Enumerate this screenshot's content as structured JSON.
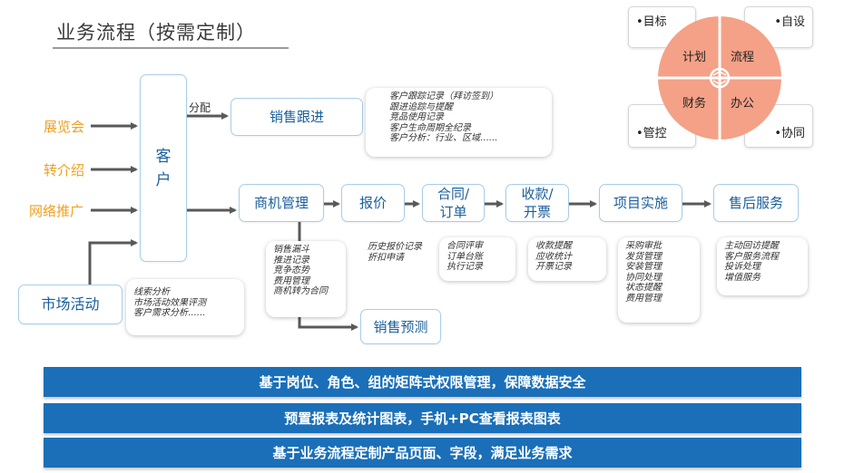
{
  "title": "业务流程（按需定制）",
  "sources": [
    "展览会",
    "转介绍",
    "网络推广"
  ],
  "customer": "客\n户",
  "market": "市场活动",
  "market_notes": "线索分析\n市场活动效果评测\n客户需求分析......",
  "assign_label": "分配",
  "sales_follow": "销售跟进",
  "sales_follow_notes": "客户跟踪记录（拜访签到）\n跟进追踪与提醒\n竞品使用记录\n客户生命周期全纪录\n客户分析：行业、区域......",
  "flow": {
    "opportunity": "商机管理",
    "quote": "报价",
    "contract": "合同/\n订单",
    "payment": "收款/\n开票",
    "project": "项目实施",
    "aftersales": "售后服务",
    "forecast": "销售预测"
  },
  "flow_notes": {
    "opportunity": "销售漏斗\n推进记录\n竞争态势\n费用管理\n商机转为合同",
    "quote": "历史报价记录\n折扣申请",
    "contract": "合同评审\n订单台账\n执行记录",
    "payment": "收款提醒\n应收统计\n开票记录",
    "project": "采购审批\n发货管理\n安装管理\n协同处理\n状态提醒\n费用管理",
    "aftersales": "主动回访提醒\n客户服务流程\n投诉处理\n增值服务"
  },
  "bars": [
    "基于岗位、角色、组的矩阵式权限管理，保障数据安全",
    "预置报表及统计图表，手机+PC查看报表图表",
    "基于业务流程定制产品页面、字段，满足业务需求"
  ],
  "quadrant": {
    "inner": [
      "计划",
      "流程",
      "财务",
      "办公"
    ],
    "outer": [
      "目标",
      "自设",
      "管控",
      "协同"
    ],
    "color": "#f4a187"
  },
  "colors": {
    "accent_blue": "#1a6fb8",
    "box_border": "#a9cde9",
    "source_orange": "#f0a020",
    "arrow": "#595959"
  }
}
